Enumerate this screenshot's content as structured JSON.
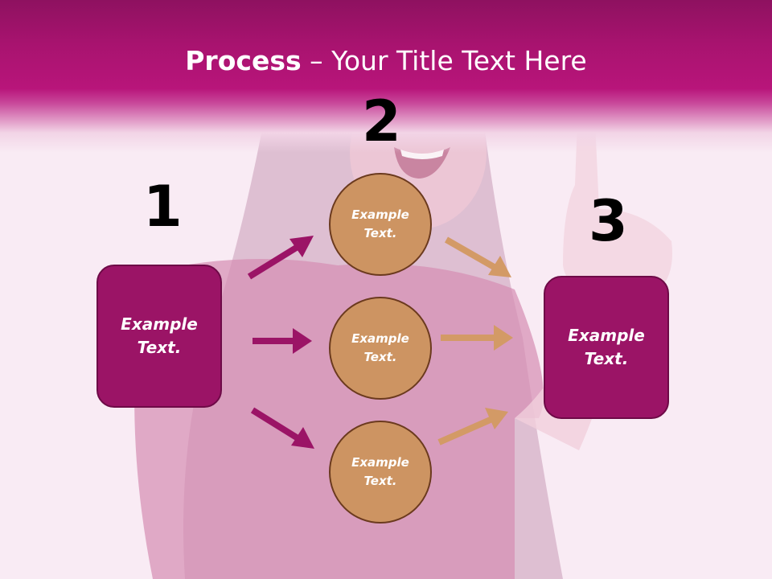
{
  "slide": {
    "title_bold": "Process",
    "title_rest": " – Your Title Text Here"
  },
  "steps": [
    {
      "number": "1"
    },
    {
      "number": "2"
    },
    {
      "number": "3"
    }
  ],
  "left_box": {
    "text": "Example Text."
  },
  "right_box": {
    "text": "Example Text."
  },
  "circles": [
    {
      "text": "Example Text."
    },
    {
      "text": "Example Text."
    },
    {
      "text": "Example Text."
    }
  ],
  "colors": {
    "header": "#a8136f",
    "box": "#9b1466",
    "circle": "#cd9462",
    "arrow_left": "#9b1466",
    "arrow_right": "#d39a66"
  }
}
